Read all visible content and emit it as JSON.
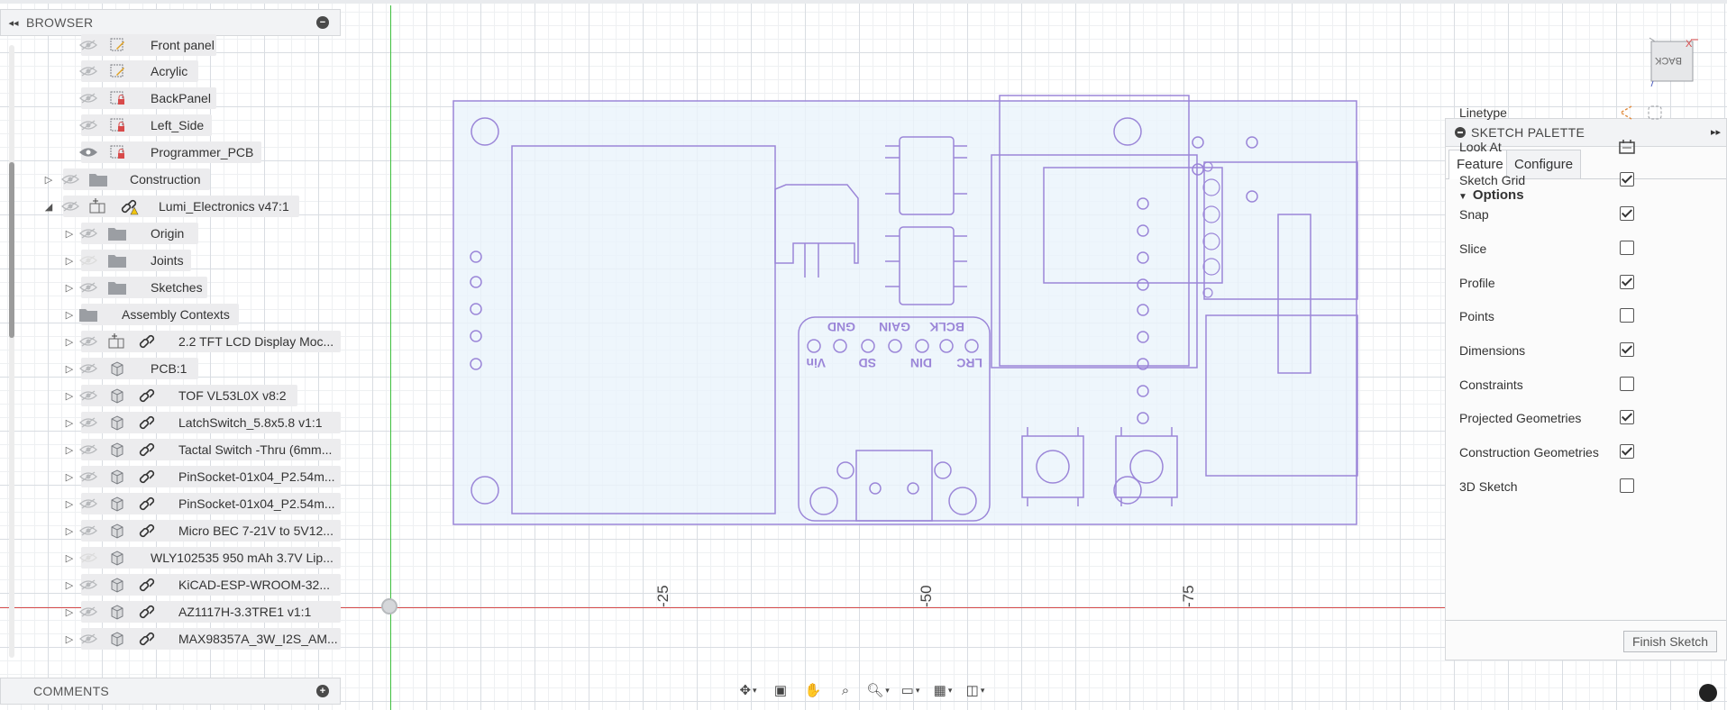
{
  "browser": {
    "title": "BROWSER",
    "items": [
      {
        "label": "Front panel",
        "type": "sketch-edit",
        "expand": "",
        "eye": "hidden"
      },
      {
        "label": "Acrylic",
        "type": "sketch-edit",
        "expand": "",
        "eye": "hidden"
      },
      {
        "label": "BackPanel",
        "type": "sketch-locked",
        "expand": "",
        "eye": "hidden"
      },
      {
        "label": "Left_Side",
        "type": "sketch-locked",
        "expand": "",
        "eye": "hidden"
      },
      {
        "label": "Programmer_PCB",
        "type": "sketch-locked",
        "expand": "",
        "eye": "visible"
      },
      {
        "label": "Construction",
        "type": "folder",
        "expand": "collapsed",
        "eye": "hidden"
      },
      {
        "label": "Lumi_Electronics v47:1",
        "type": "component-warning",
        "expand": "expanded",
        "eye": "hidden"
      },
      {
        "label": "Origin",
        "type": "folder",
        "expand": "collapsed",
        "eye": "hidden"
      },
      {
        "label": "Joints",
        "type": "folder",
        "expand": "collapsed",
        "eye": "faded"
      },
      {
        "label": "Sketches",
        "type": "folder",
        "expand": "collapsed",
        "eye": "hidden"
      },
      {
        "label": "Assembly Contexts",
        "type": "folder-noeye",
        "expand": "collapsed",
        "eye": "none"
      },
      {
        "label": "2.2 TFT LCD Display Moc...",
        "type": "component-link",
        "expand": "collapsed",
        "eye": "hidden"
      },
      {
        "label": "PCB:1",
        "type": "body",
        "expand": "collapsed",
        "eye": "hidden"
      },
      {
        "label": "TOF VL53L0X v8:2",
        "type": "body-link",
        "expand": "collapsed",
        "eye": "hidden"
      },
      {
        "label": "LatchSwitch_5.8x5.8 v1:1",
        "type": "body-link",
        "expand": "collapsed",
        "eye": "hidden"
      },
      {
        "label": "Tactal Switch -Thru (6mm...",
        "type": "body-link",
        "expand": "collapsed",
        "eye": "hidden"
      },
      {
        "label": "PinSocket-01x04_P2.54m...",
        "type": "body-link",
        "expand": "collapsed",
        "eye": "hidden"
      },
      {
        "label": "PinSocket-01x04_P2.54m...",
        "type": "body-link",
        "expand": "collapsed",
        "eye": "hidden"
      },
      {
        "label": "Micro BEC 7-21V to 5V12...",
        "type": "body-link",
        "expand": "collapsed",
        "eye": "hidden"
      },
      {
        "label": "WLY102535 950 mAh 3.7V Lip...",
        "type": "body",
        "expand": "collapsed",
        "eye": "faded"
      },
      {
        "label": "KiCAD-ESP-WROOM-32...",
        "type": "body-link",
        "expand": "collapsed",
        "eye": "hidden"
      },
      {
        "label": "AZ1117H-3.3TRE1 v1:1",
        "type": "body-link",
        "expand": "collapsed",
        "eye": "hidden"
      },
      {
        "label": "MAX98357A_3W_I2S_AM...",
        "type": "body-link",
        "expand": "collapsed",
        "eye": "hidden"
      }
    ]
  },
  "comments": {
    "title": "COMMENTS"
  },
  "canvas": {
    "rulers": [
      "-25",
      "-50",
      "-75"
    ],
    "silkscreen": [
      "GND",
      "GAIN",
      "BCLK",
      "Vin",
      "SD",
      "DIN",
      "LRC"
    ],
    "accent": "#9b86d8",
    "fill": "#eaf4fb"
  },
  "palette": {
    "title": "SKETCH PALETTE",
    "tabs": [
      "Feature",
      "Configure"
    ],
    "options_title": "Options",
    "rows": [
      {
        "label": "Linetype",
        "control": "linetype"
      },
      {
        "label": "Look At",
        "control": "lookat"
      },
      {
        "label": "Sketch Grid",
        "control": "checkbox",
        "checked": true
      },
      {
        "label": "Snap",
        "control": "checkbox",
        "checked": true
      },
      {
        "label": "Slice",
        "control": "checkbox",
        "checked": false
      },
      {
        "label": "Profile",
        "control": "checkbox",
        "checked": true
      },
      {
        "label": "Points",
        "control": "checkbox",
        "checked": false
      },
      {
        "label": "Dimensions",
        "control": "checkbox",
        "checked": true
      },
      {
        "label": "Constraints",
        "control": "checkbox",
        "checked": false
      },
      {
        "label": "Projected Geometries",
        "control": "checkbox",
        "checked": true
      },
      {
        "label": "Construction Geometries",
        "control": "checkbox",
        "checked": true
      },
      {
        "label": "3D Sketch",
        "control": "checkbox",
        "checked": false
      }
    ],
    "finish_label": "Finish Sketch"
  },
  "viewcube": {
    "face": "BACK",
    "axis_x": "X",
    "axis_z": "Z"
  },
  "toolbar": {
    "tools": [
      "orbit-icon",
      "look-at-icon",
      "pan-icon",
      "zoom-icon",
      "fit-icon",
      "display-icon",
      "grid-icon",
      "viewports-icon"
    ]
  }
}
